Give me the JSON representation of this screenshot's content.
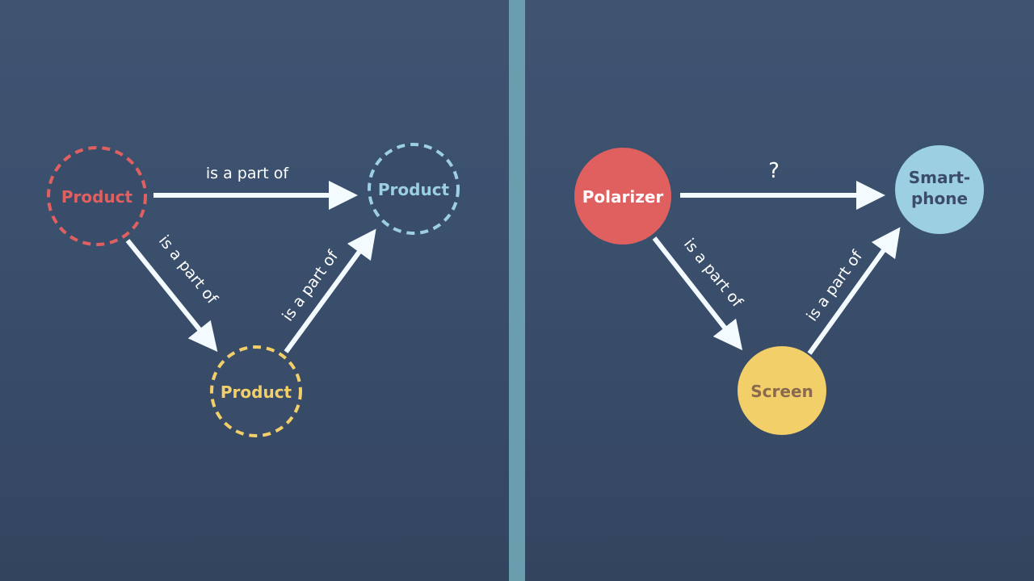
{
  "colors": {
    "red": "#e06060",
    "yellow": "#f3cf6a",
    "blue": "#9ccfe2",
    "arrow": "#f4fbff",
    "divider": "#6a9eae",
    "dark_text": "#3b4c69",
    "brown_text": "#8a6a4f",
    "white": "#ffffff"
  },
  "left_panel": {
    "nodes": {
      "top_left": "Product",
      "top_right": "Product",
      "bottom": "Product"
    },
    "edges": {
      "top": "is a part of",
      "left_down": "is a part of",
      "right_up": "is a part of"
    }
  },
  "right_panel": {
    "nodes": {
      "polarizer": "Polarizer",
      "smartphone_line1": "Smart-",
      "smartphone_line2": "phone",
      "screen": "Screen"
    },
    "edges": {
      "top": "?",
      "left_down": "is a part of",
      "right_up": "is a part of"
    }
  }
}
